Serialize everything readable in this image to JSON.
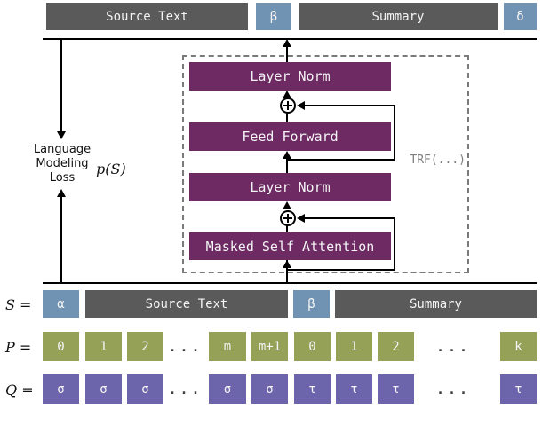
{
  "figure": {
    "top_row": {
      "source_text": "Source Text",
      "beta": "β",
      "summary": "Summary",
      "delta": "δ"
    },
    "loss": {
      "lines": [
        "Language",
        "Modeling",
        "Loss"
      ],
      "prob": "p(S)"
    },
    "transformer": {
      "layer_norm_1": "Layer Norm",
      "feed_forward": "Feed Forward",
      "layer_norm_2": "Layer Norm",
      "masked_self_attention": "Masked Self Attention",
      "trf_label": "TRF(...)"
    },
    "s_row": {
      "label": "S =",
      "alpha": "α",
      "source_text": "Source Text",
      "beta": "β",
      "summary": "Summary"
    },
    "p_row": {
      "label": "P =",
      "cells": [
        "0",
        "1",
        "2",
        "...",
        "m",
        "m+1",
        "0",
        "1",
        "2",
        "...",
        "k"
      ]
    },
    "q_row": {
      "label": "Q =",
      "cells": [
        "σ",
        "σ",
        "σ",
        "...",
        "σ",
        "σ",
        "τ",
        "τ",
        "τ",
        "...",
        "τ"
      ]
    },
    "colors": {
      "gray": "#5a5a5a",
      "blue": "#7093b4",
      "purple": "#6d2a63",
      "green": "#94a157",
      "q_purple": "#6c65ac"
    }
  }
}
